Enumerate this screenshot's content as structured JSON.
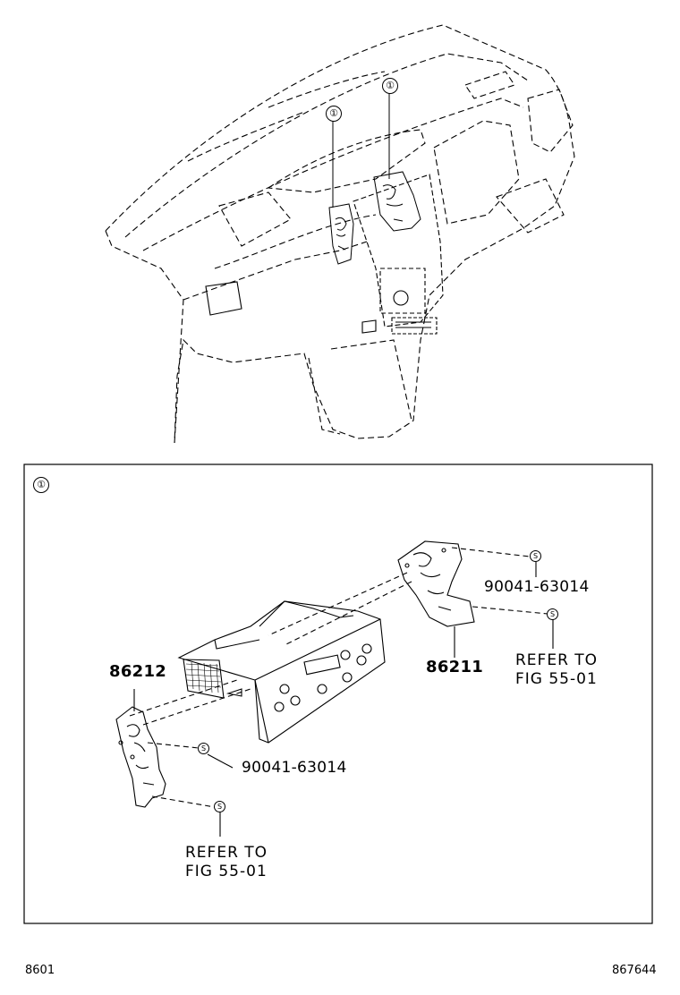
{
  "callout_symbol": "①",
  "fastener_symbol": "S",
  "parts": {
    "bracket_left": "86212",
    "bracket_right": "86211"
  },
  "screws": {
    "upper": "90041-63014",
    "lower": "90041-63014"
  },
  "refer_right": "REFER TO\nFIG 55-01",
  "refer_left": "REFER TO\nFIG 55-01",
  "footer": {
    "left_code": "8601",
    "right_code": "867644"
  }
}
